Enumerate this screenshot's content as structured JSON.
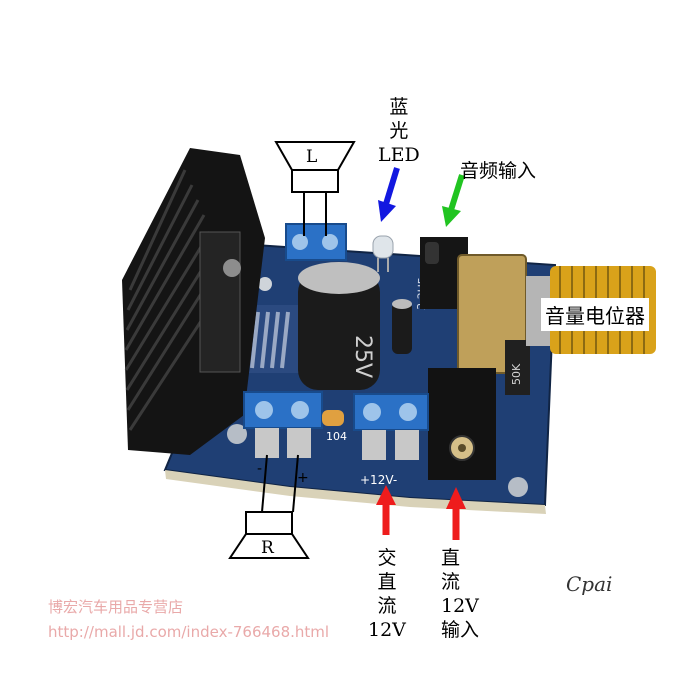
{
  "labels": {
    "speaker_left": "L",
    "speaker_right": "R",
    "blue_led": [
      "蓝",
      "光",
      "LED"
    ],
    "audio_input": "音频输入",
    "volume_pot": "音量电位器",
    "ac_dc_12v": [
      "交",
      "直",
      "流",
      "12V"
    ],
    "dc_12v_input": [
      "直",
      "流",
      "12V",
      "输入"
    ]
  },
  "board_markings": {
    "power_text": "+12V-",
    "cap_value": "104",
    "cap_rating": "25V",
    "small_cap": "2.2UF",
    "pot_text": "50K"
  },
  "watermark": {
    "shop": "博宏汽车用品专营店",
    "url": "http://mall.jd.com/index-766468.html"
  },
  "signature": "Cpai",
  "colors": {
    "pcb": "#1f3f74",
    "heatsink": "#141414",
    "terminal": "#2b71c6",
    "arrow_blue": "#1218e0",
    "arrow_green": "#21c421",
    "arrow_red": "#ee1c1c",
    "pot_knob": "#d9a21a"
  }
}
